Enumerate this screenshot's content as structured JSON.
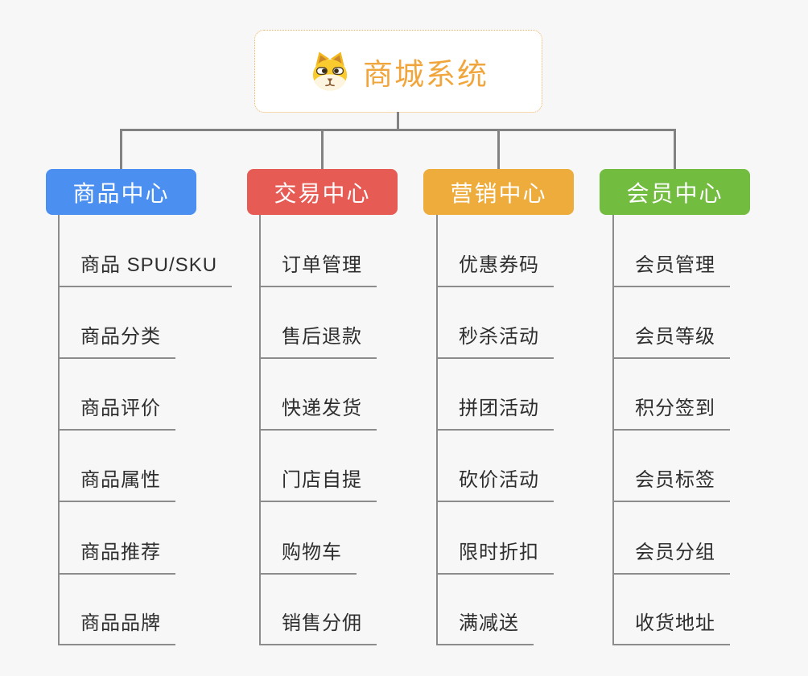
{
  "canvas": {
    "background": "#f7f7f7",
    "connector_color": "#828282"
  },
  "root": {
    "title": "商城系统",
    "title_color": "#f0a63c",
    "border_color": "#edb25f",
    "icon": "dog-face-icon"
  },
  "branches": [
    {
      "label": "商品中心",
      "color": "#4b8ff0",
      "children": [
        "商品 SPU/SKU",
        "商品分类",
        "商品评价",
        "商品属性",
        "商品推荐",
        "商品品牌"
      ]
    },
    {
      "label": "交易中心",
      "color": "#e65c55",
      "children": [
        "订单管理",
        "售后退款",
        "快递发货",
        "门店自提",
        "购物车",
        "销售分佣"
      ]
    },
    {
      "label": "营销中心",
      "color": "#edac3c",
      "children": [
        "优惠券码",
        "秒杀活动",
        "拼团活动",
        "砍价活动",
        "限时折扣",
        "满减送"
      ]
    },
    {
      "label": "会员中心",
      "color": "#72bc40",
      "children": [
        "会员管理",
        "会员等级",
        "积分签到",
        "会员标签",
        "会员分组",
        "收货地址"
      ]
    }
  ]
}
